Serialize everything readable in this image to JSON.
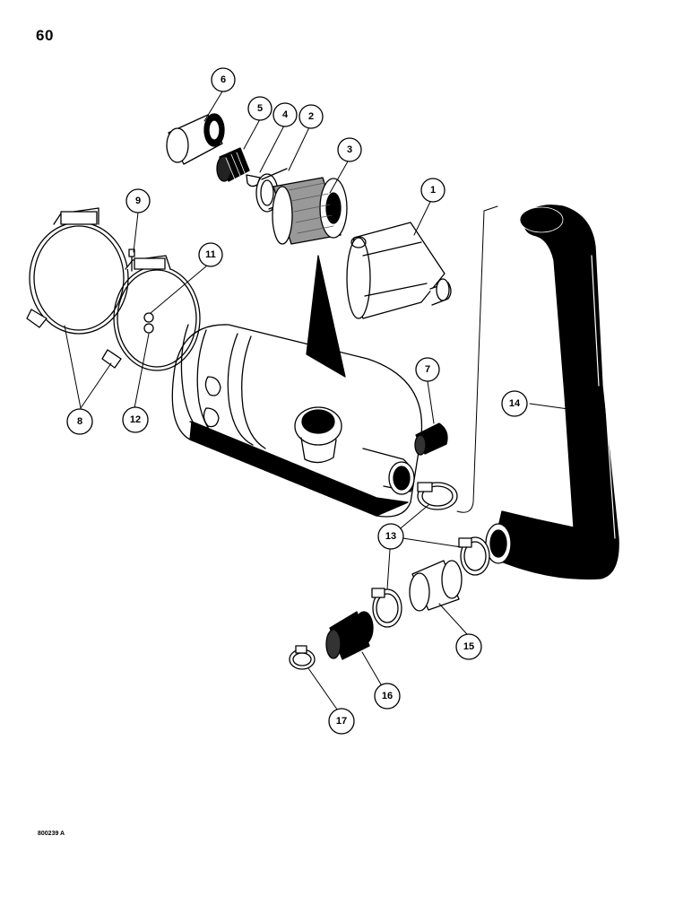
{
  "page": {
    "number": "60",
    "drawing_code": "800239 A"
  },
  "callouts": {
    "c1": "1",
    "c2": "2",
    "c3": "3",
    "c4": "4",
    "c5": "5",
    "c6": "6",
    "c7": "7",
    "c8": "8",
    "c9": "9",
    "c11": "11",
    "c12": "12",
    "c13": "13",
    "c14": "14",
    "c15": "15",
    "c16": "16",
    "c17": "17"
  }
}
